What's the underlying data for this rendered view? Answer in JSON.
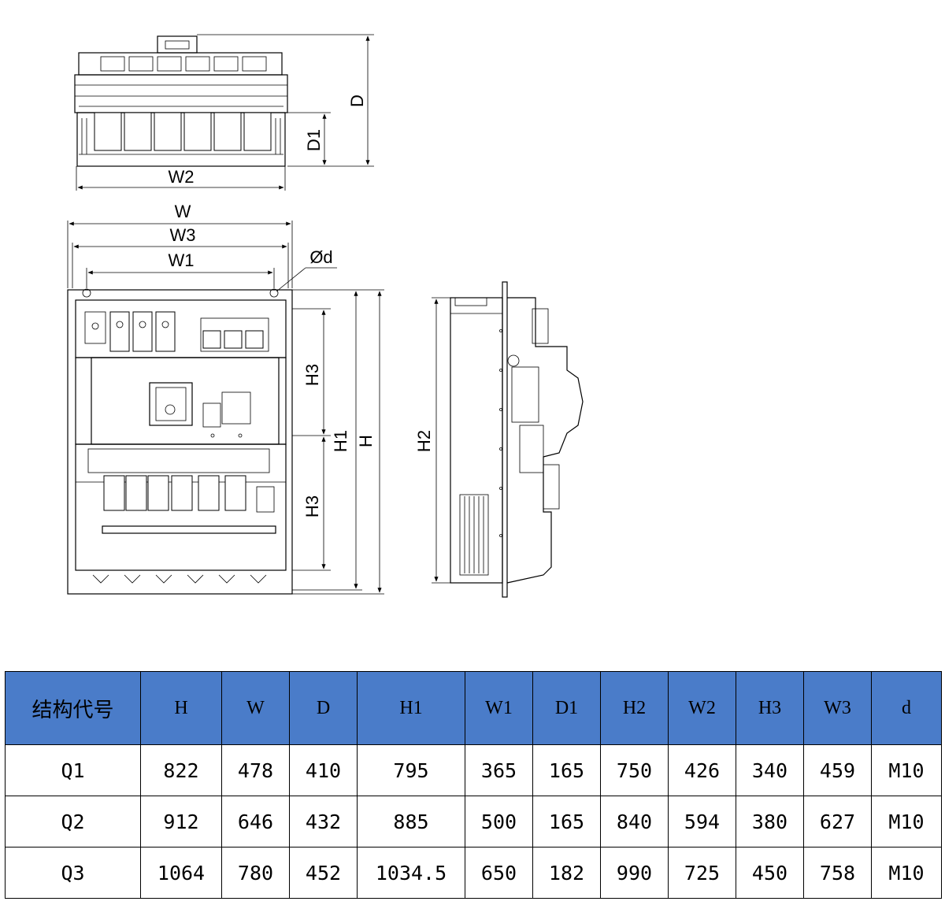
{
  "labels": {
    "D": "D",
    "D1": "D1",
    "W2": "W2",
    "W": "W",
    "W3": "W3",
    "W1": "W1",
    "phid": "Ød",
    "H3a": "H3",
    "H3b": "H3",
    "H1": "H1",
    "H": "H",
    "H2": "H2"
  },
  "table": {
    "headers": [
      "结构代号",
      "H",
      "W",
      "D",
      "H1",
      "W1",
      "D1",
      "H2",
      "W2",
      "H3",
      "W3",
      "d"
    ],
    "rows": [
      [
        "Q1",
        "822",
        "478",
        "410",
        "795",
        "365",
        "165",
        "750",
        "426",
        "340",
        "459",
        "M10"
      ],
      [
        "Q2",
        "912",
        "646",
        "432",
        "885",
        "500",
        "165",
        "840",
        "594",
        "380",
        "627",
        "M10"
      ],
      [
        "Q3",
        "1064",
        "780",
        "452",
        "1034.5",
        "650",
        "182",
        "990",
        "725",
        "450",
        "758",
        "M10"
      ]
    ]
  }
}
